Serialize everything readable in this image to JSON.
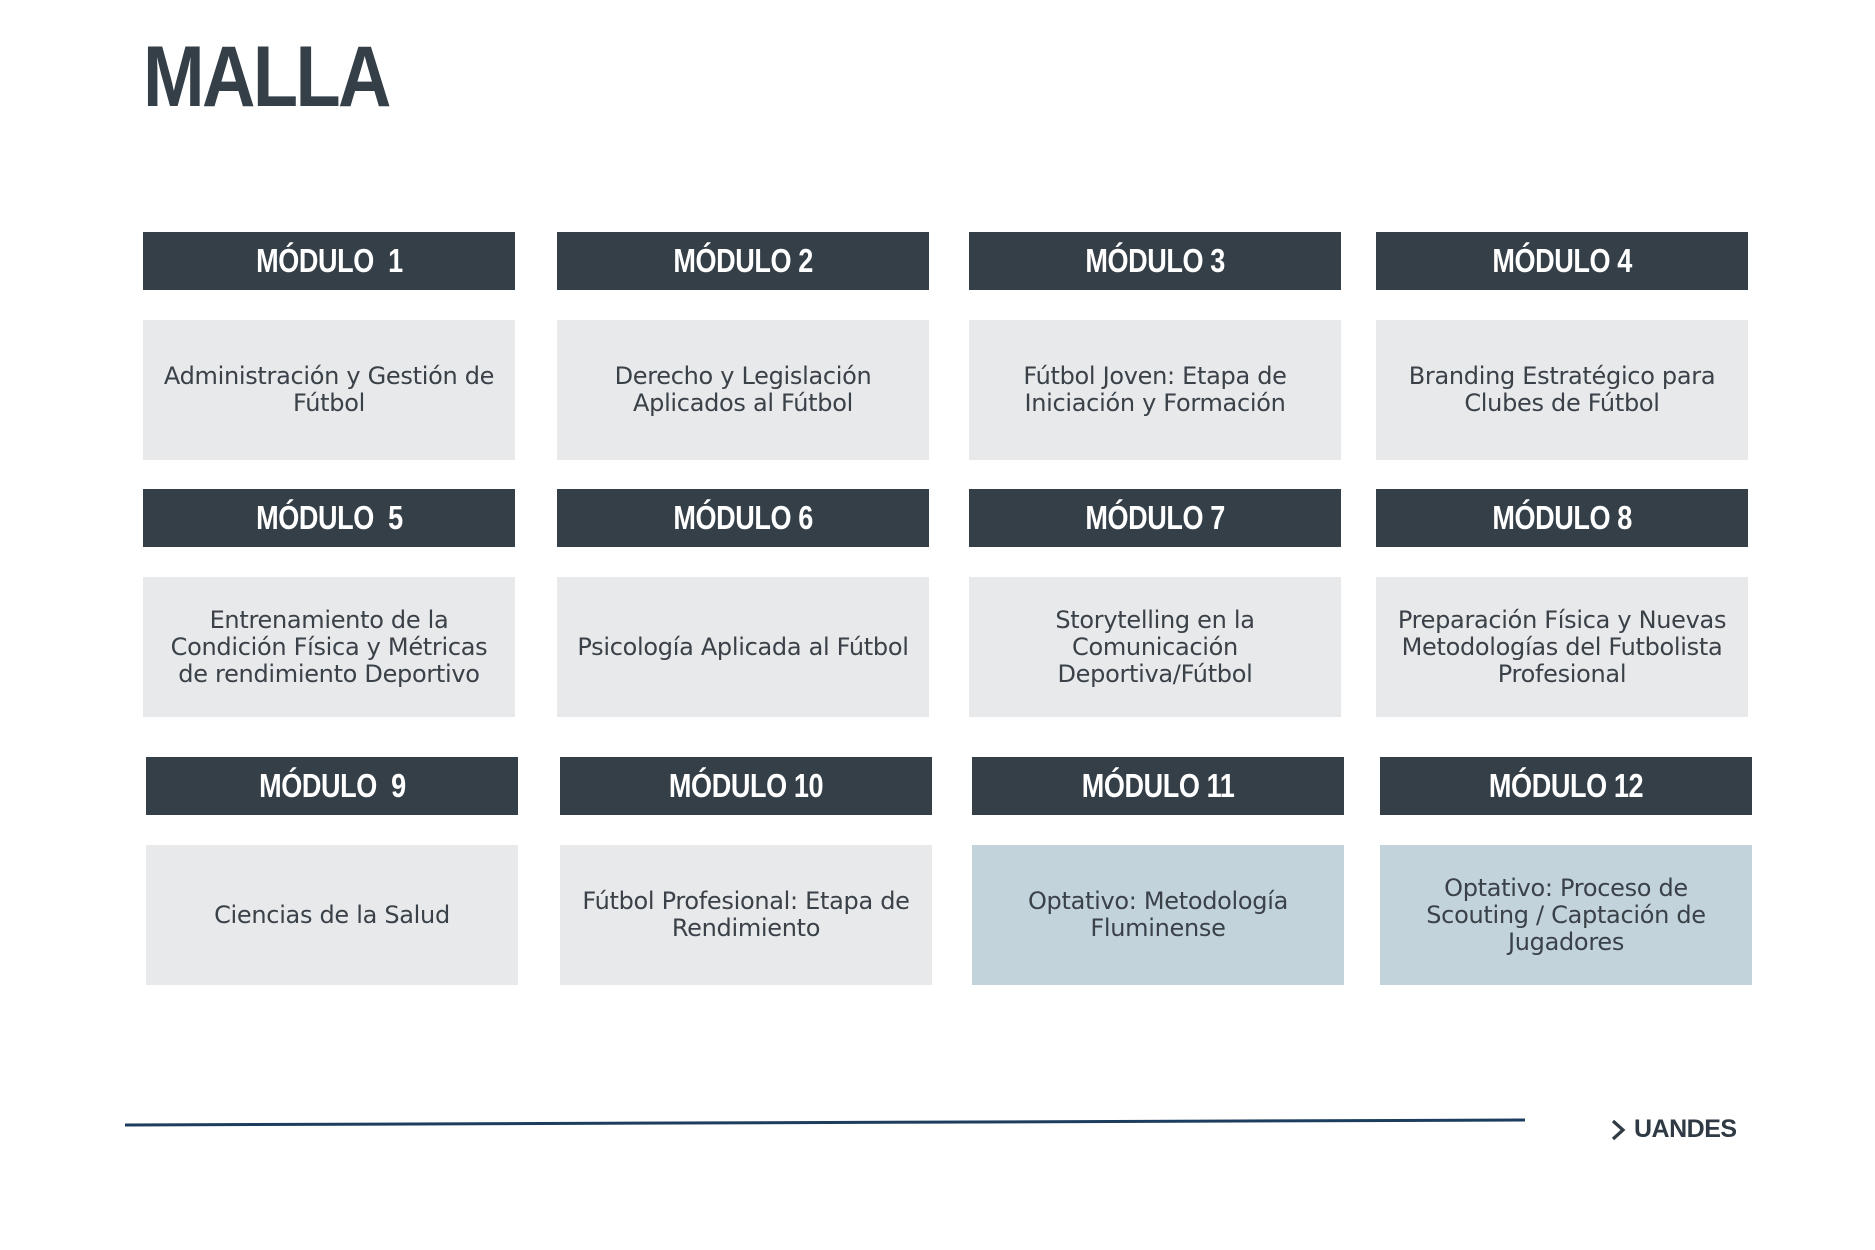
{
  "page": {
    "title": "MALLA"
  },
  "modules": [
    {
      "label": "MÓDULO  1",
      "name": "Administración y Gestión de Fútbol",
      "optional": false
    },
    {
      "label": "MÓDULO 2",
      "name": "Derecho y Legislación Aplicados al Fútbol",
      "optional": false
    },
    {
      "label": "MÓDULO 3",
      "name": "Fútbol Joven: Etapa de Iniciación y Formación",
      "optional": false
    },
    {
      "label": "MÓDULO 4",
      "name": "Branding Estratégico para Clubes de Fútbol",
      "optional": false
    },
    {
      "label": "MÓDULO  5",
      "name": "Entrenamiento de la Condición Física y Métricas de rendimiento Deportivo",
      "optional": false
    },
    {
      "label": "MÓDULO 6",
      "name": "Psicología Aplicada al Fútbol",
      "optional": false
    },
    {
      "label": "MÓDULO 7",
      "name": "Storytelling en la Comunicación Deportiva/Fútbol",
      "optional": false
    },
    {
      "label": "MÓDULO 8",
      "name": "Preparación Física y Nuevas Metodologías del Futbolista Profesional",
      "optional": false
    },
    {
      "label": "MÓDULO  9",
      "name": "Ciencias de la Salud",
      "optional": false
    },
    {
      "label": "MÓDULO 10",
      "name": "Fútbol Profesional: Etapa de Rendimiento",
      "optional": false
    },
    {
      "label": "MÓDULO 11",
      "name": "Optativo: Metodología Fluminense",
      "optional": true
    },
    {
      "label": "MÓDULO 12",
      "name": "Optativo: Proceso de Scouting / Captación de Jugadores",
      "optional": true
    }
  ],
  "footer": {
    "brand": "UANDES",
    "brand_icon": "chevron-right-icon",
    "line_color": "#1c3d5e"
  },
  "colors": {
    "header_bg": "#353f48",
    "module_bg": "#e8e9ea",
    "optional_bg": "#c3d3dc",
    "title": "#343f48"
  }
}
